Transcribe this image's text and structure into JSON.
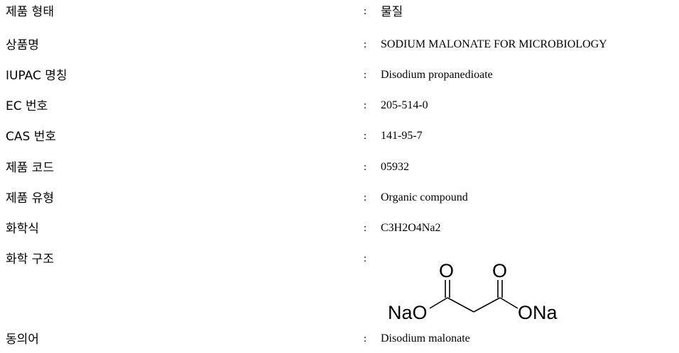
{
  "fields": [
    {
      "label": "제품 형태",
      "value": "물질"
    },
    {
      "label": "상품명",
      "value": "SODIUM MALONATE FOR MICROBIOLOGY"
    },
    {
      "label": "IUPAC 명칭",
      "value": "Disodium propanedioate"
    },
    {
      "label": "EC 번호",
      "value": "205-514-0"
    },
    {
      "label": "CAS 번호",
      "value": "141-95-7"
    },
    {
      "label": "제품 코드",
      "value": "05932"
    },
    {
      "label": "제품 유형",
      "value": "Organic compound"
    },
    {
      "label": "화학식",
      "value": "C3H2O4Na2"
    },
    {
      "label": "화학 구조",
      "value": ""
    },
    {
      "label": "동의어",
      "value": "Disodium malonate"
    }
  ],
  "colon": ":",
  "structure": {
    "left_group": "NaO",
    "right_group": "ONa",
    "oxygen_left": "O",
    "oxygen_right": "O"
  }
}
